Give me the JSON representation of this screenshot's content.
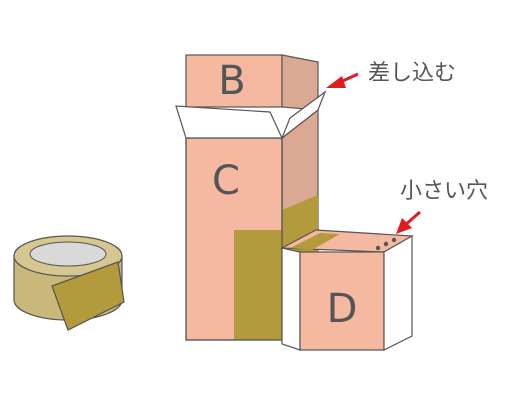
{
  "labels": {
    "box_b": "B",
    "box_c": "C",
    "box_d": "D"
  },
  "callouts": {
    "insert": "差し込む",
    "small_holes": "小さい穴"
  },
  "colors": {
    "box_face": "#f4b9a0",
    "box_side": "#dba894",
    "box_white": "#ffffff",
    "tape": "#b39a3c",
    "tape_light": "#c9b87a",
    "outline": "#555555",
    "arrow": "#e11b22"
  },
  "icons": {
    "tape_roll": "packing-tape-roll-icon",
    "arrow": "red-arrow-icon"
  }
}
